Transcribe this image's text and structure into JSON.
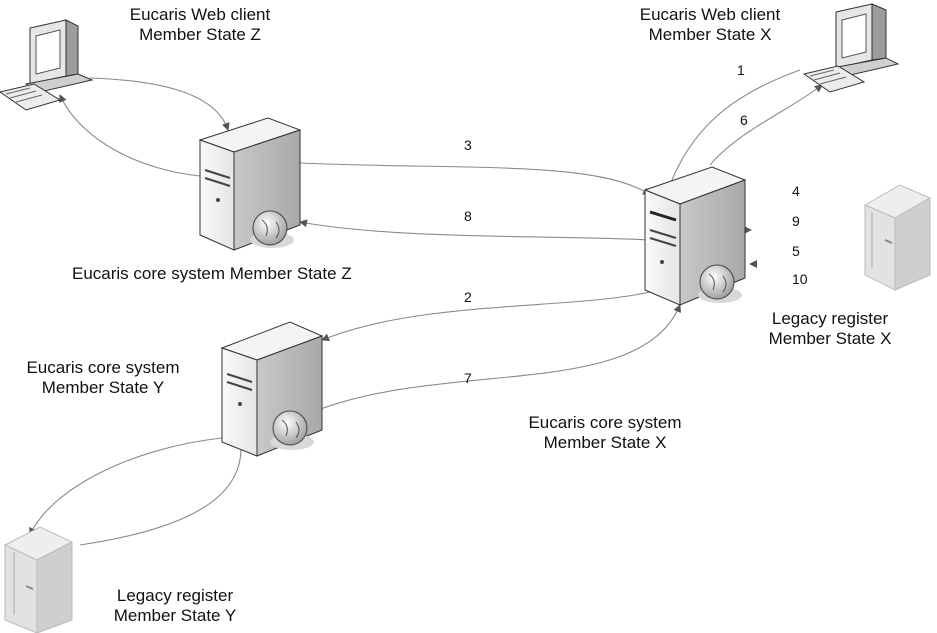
{
  "labels": {
    "web_client_z": [
      "Eucaris Web client",
      "Member State Z"
    ],
    "web_client_x": [
      "Eucaris Web client",
      "Member State X"
    ],
    "core_z": "Eucaris core system Member State Z",
    "core_y": [
      "Eucaris core system",
      "Member State Y"
    ],
    "core_x": [
      "Eucaris core system",
      "Member State X"
    ],
    "legacy_x": [
      "Legacy register",
      "Member State X"
    ],
    "legacy_y": [
      "Legacy register",
      "Member State Y"
    ]
  },
  "steps": {
    "s1": "1",
    "s2": "2",
    "s3": "3",
    "s4": "4",
    "s5": "5",
    "s6": "6",
    "s7": "7",
    "s8": "8",
    "s9": "9",
    "s10": "10"
  }
}
